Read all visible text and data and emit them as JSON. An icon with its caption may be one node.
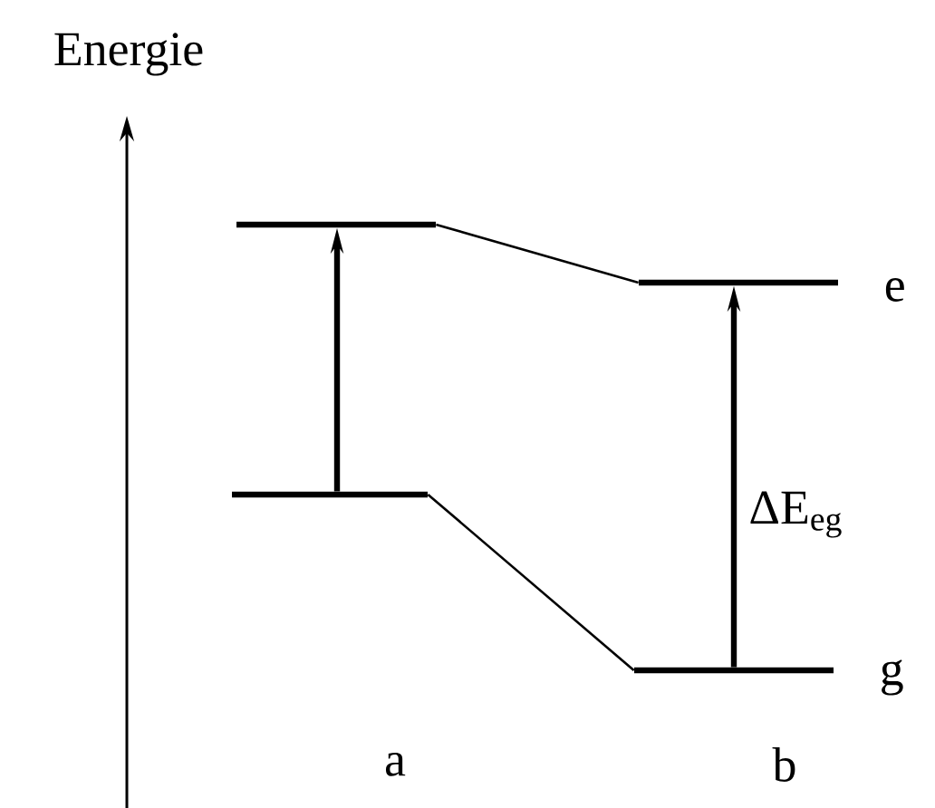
{
  "diagram": {
    "nodes": [
      {
        "text": [],
        "shape": "bar"
      },
      {
        "text": [],
        "shape": "bar"
      },
      {
        "text": [],
        "shape": "bar",
        "beside": [
          "e"
        ]
      },
      {
        "text": [],
        "shape": "bar",
        "beside": [
          "g"
        ]
      }
    ],
    "edges": [
      {
        "from": 1,
        "to": 0,
        "arrow": "to",
        "style": "thick"
      },
      {
        "from": 3,
        "to": 2,
        "arrow": "to",
        "style": "thick",
        "label": "ΔE$_{eg}$"
      },
      {
        "from": 0,
        "to": 2,
        "arrow": "none"
      },
      {
        "from": 1,
        "to": 3,
        "arrow": "none"
      }
    ],
    "labels": [
      "Energie",
      "a",
      "b"
    ]
  }
}
